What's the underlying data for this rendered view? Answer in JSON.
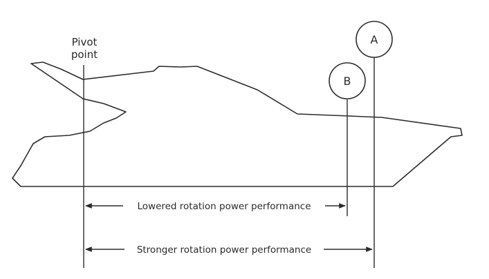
{
  "pivot": {
    "line1": "Pivot",
    "line2": "point"
  },
  "markers": {
    "a": "A",
    "b": "B"
  },
  "dimensions": {
    "lowered": "Lowered rotation power performance",
    "stronger": "Stronger rotation power performance"
  }
}
